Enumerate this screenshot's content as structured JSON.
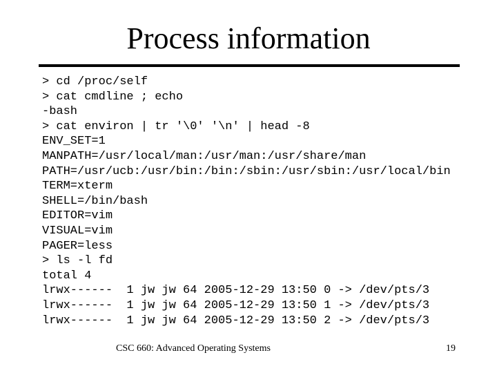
{
  "slide": {
    "title": "Process information",
    "footer": "CSC 660: Advanced Operating Systems",
    "page_number": "19"
  },
  "terminal": {
    "lines": [
      "> cd /proc/self",
      "> cat cmdline ; echo",
      "-bash",
      "> cat environ | tr '\\0' '\\n' | head -8",
      "ENV_SET=1",
      "MANPATH=/usr/local/man:/usr/man:/usr/share/man",
      "PATH=/usr/ucb:/usr/bin:/bin:/sbin:/usr/sbin:/usr/local/bin",
      "TERM=xterm",
      "SHELL=/bin/bash",
      "EDITOR=vim",
      "VISUAL=vim",
      "PAGER=less",
      "> ls -l fd",
      "total 4",
      "lrwx------  1 jw jw 64 2005-12-29 13:50 0 -> /dev/pts/3",
      "lrwx------  1 jw jw 64 2005-12-29 13:50 1 -> /dev/pts/3",
      "lrwx------  1 jw jw 64 2005-12-29 13:50 2 -> /dev/pts/3"
    ]
  }
}
